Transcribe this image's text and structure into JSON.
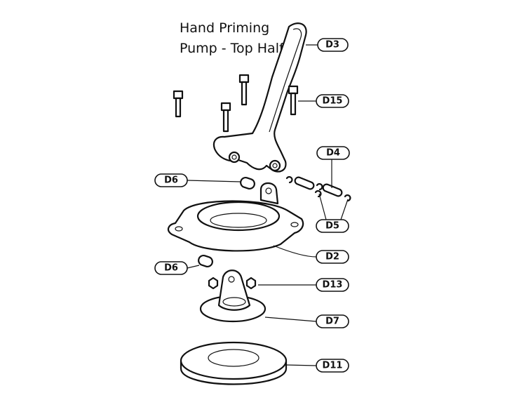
{
  "title": "Hand Priming Pump - Top Half",
  "callouts": {
    "d3": "D3",
    "d15": "D15",
    "d4": "D4",
    "d6_upper": "D6",
    "d5": "D5",
    "d2": "D2",
    "d6_lower": "D6",
    "d13": "D13",
    "d7": "D7",
    "d11": "D11"
  }
}
